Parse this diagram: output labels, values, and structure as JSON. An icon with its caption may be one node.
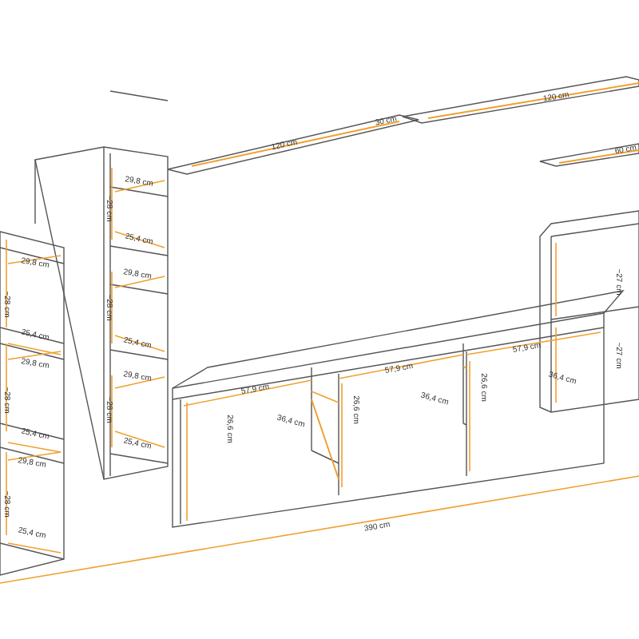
{
  "diagram": {
    "labels": [
      "30 cm",
      "120 cm",
      "120 cm",
      "60 cm",
      "29,8 cm",
      "~28 cm",
      "25,4 cm",
      "29,8 cm",
      "~28 cm",
      "25,4 cm",
      "29,8 cm",
      "~28 cm",
      "25,4 cm",
      "29,8 cm",
      "~28 cm",
      "25,4 cm",
      "29,8 cm",
      "~28 cm",
      "25,4 cm",
      "29,8 cm",
      "~28 cm",
      "25,4 cm",
      "~27 cm",
      "~27 cm",
      "57,9 cm",
      "26,6 cm",
      "36,4 cm",
      "57,9 cm",
      "26,6 cm",
      "36,4 cm",
      "57,9 cm",
      "26,6 cm",
      "36,4 cm",
      "390 cm"
    ]
  }
}
